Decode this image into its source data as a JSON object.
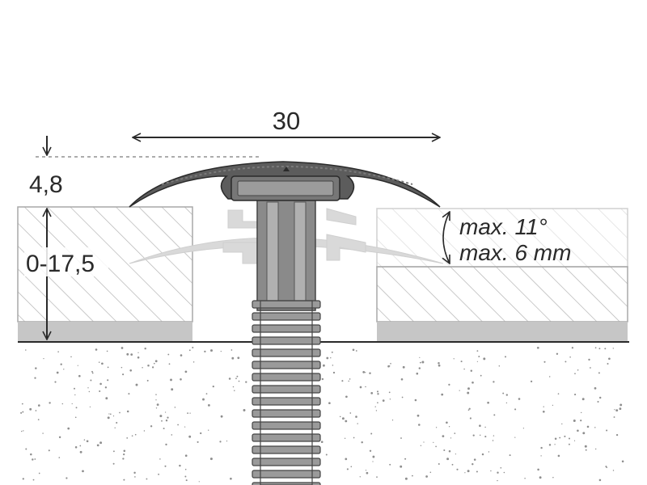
{
  "labels": {
    "width": "30",
    "profile_height": "4,8",
    "height_range": "0-17,5",
    "max_angle": "max. 11°",
    "max_offset": "max. 6 mm"
  },
  "colors": {
    "profile": "#5c5c5c",
    "profile_ghost": "#d9d9d9",
    "hatch": "#b3b3b3",
    "underlay": "#c6c6c6",
    "speckle": "#8e8e8e",
    "line": "#2a2a2a"
  }
}
